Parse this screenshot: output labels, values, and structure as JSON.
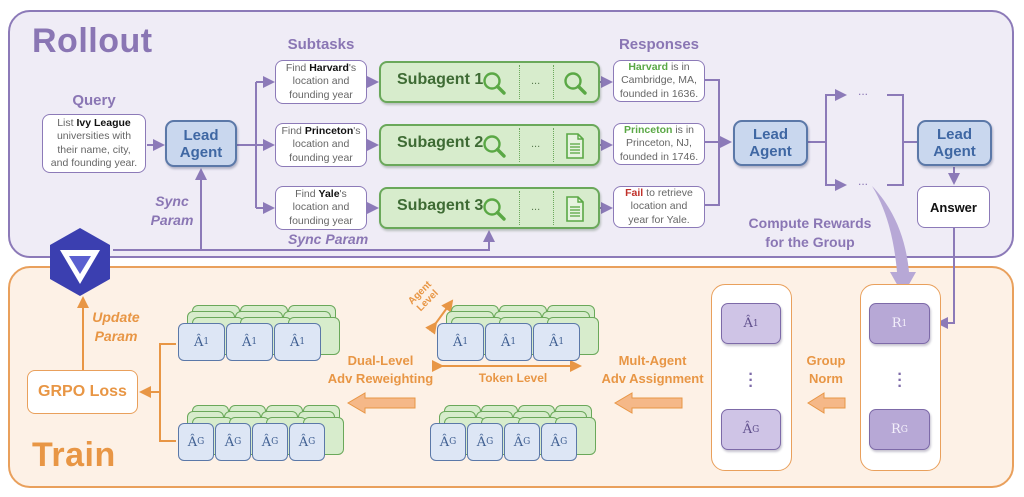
{
  "rollout": {
    "title": "Rollout",
    "query": {
      "label": "Query",
      "text_pre": "List ",
      "text_bold": "Ivy League",
      "text_post_lines": [
        "universities with",
        "their name, city,",
        "and founding year."
      ]
    },
    "lead_agent_label": "Lead Agent",
    "lead_agent_lines": [
      "Lead",
      "Agent"
    ],
    "subtasks": {
      "label": "Subtasks",
      "items": [
        {
          "pre": "Find ",
          "bold": "Harvard",
          "post": "'s",
          "line2": "location and",
          "line3": "founding year"
        },
        {
          "pre": "Find ",
          "bold": "Princeton",
          "post": "'s",
          "line2": "location and",
          "line3": "founding year"
        },
        {
          "pre": "Find ",
          "bold": "Yale",
          "post": "'s",
          "line2": "location and",
          "line3": "founding year"
        }
      ]
    },
    "subagents": [
      {
        "label": "Subagent 1",
        "tools": [
          "search-icon",
          "search-icon"
        ],
        "ellipsis": "..."
      },
      {
        "label": "Subagent 2",
        "tools": [
          "search-icon",
          "document-icon"
        ],
        "ellipsis": "..."
      },
      {
        "label": "Subagent 3",
        "tools": [
          "search-icon",
          "document-icon"
        ],
        "ellipsis": "..."
      }
    ],
    "responses": {
      "label": "Responses",
      "items": [
        {
          "highlight": "Harvard",
          "highlight_color": "#5aa845",
          "rest1": " is in",
          "line2": "Cambridge, MA,",
          "line3": "founded in 1636."
        },
        {
          "highlight": "Princeton",
          "highlight_color": "#5aa845",
          "rest1": " is in",
          "line2": "Princeton, NJ,",
          "line3": "founded in 1746."
        },
        {
          "highlight": "Fail",
          "highlight_color": "#c0302a",
          "rest1": " to retrieve",
          "line2": "location and",
          "line3": "year for Yale."
        }
      ]
    },
    "iteration_ellipsis": [
      "...",
      "..."
    ],
    "answer_label": "Answer",
    "sync_param_vertical": [
      "Sync",
      "Param"
    ],
    "sync_param_horizontal": "Sync Param",
    "compute_rewards": [
      "Compute Rewards",
      "for the Group"
    ]
  },
  "train": {
    "title": "Train",
    "update_param": [
      "Update",
      "Param"
    ],
    "grpo_loss": "GRPO Loss",
    "dual_level": [
      "Dual-Level",
      "Adv Reweighting"
    ],
    "multi_agent": [
      "Mult-Agent",
      "Adv Assignment"
    ],
    "group_norm": [
      "Group",
      "Norm"
    ],
    "agent_level": [
      "Agent",
      "Level"
    ],
    "token_level": "Token Level",
    "adv_symbol": "Â",
    "sub_1": "1",
    "sub_g": "G",
    "rewards": {
      "r_symbol": "R",
      "sub_1": "1",
      "sub_g": "G"
    },
    "vertical_ellipsis": "⋮"
  },
  "colors": {
    "rollout_border": "#8c7ab8",
    "rollout_bg": "#efecf6",
    "train_border": "#e9a05c",
    "train_bg": "#fdf1e6",
    "lead_agent_fill": "#c9d7ee",
    "subagent_fill": "#d7eccc",
    "success_text": "#5aa845",
    "fail_text": "#c0302a"
  }
}
